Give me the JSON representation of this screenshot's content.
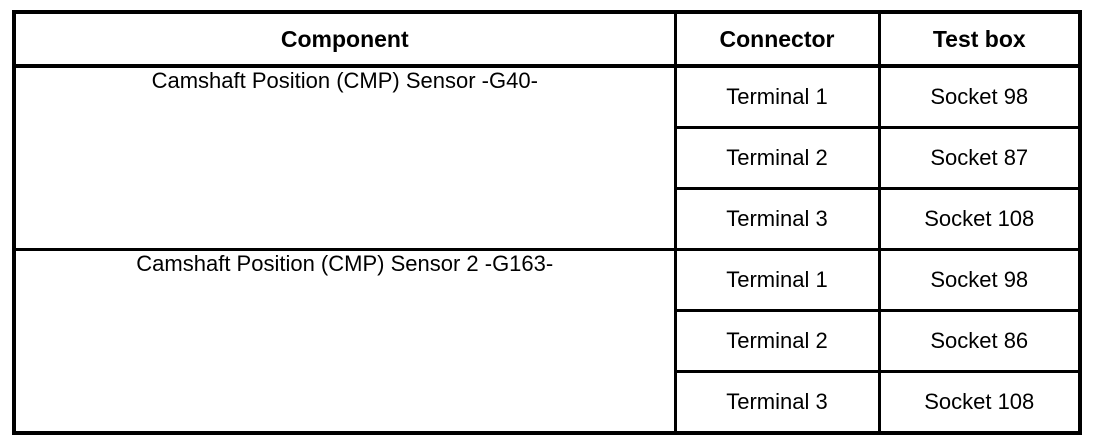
{
  "table": {
    "headers": {
      "component": "Component",
      "connector": "Connector",
      "test_box": "Test box"
    },
    "groups": [
      {
        "component": "Camshaft Position (CMP) Sensor -G40-",
        "rows": [
          {
            "connector": "Terminal 1",
            "test_box": "Socket 98"
          },
          {
            "connector": "Terminal 2",
            "test_box": "Socket 87"
          },
          {
            "connector": "Terminal 3",
            "test_box": "Socket 108"
          }
        ]
      },
      {
        "component": "Camshaft Position (CMP) Sensor 2 -G163-",
        "rows": [
          {
            "connector": "Terminal 1",
            "test_box": "Socket 98"
          },
          {
            "connector": "Terminal 2",
            "test_box": "Socket 86"
          },
          {
            "connector": "Terminal 3",
            "test_box": "Socket 108"
          }
        ]
      }
    ]
  }
}
